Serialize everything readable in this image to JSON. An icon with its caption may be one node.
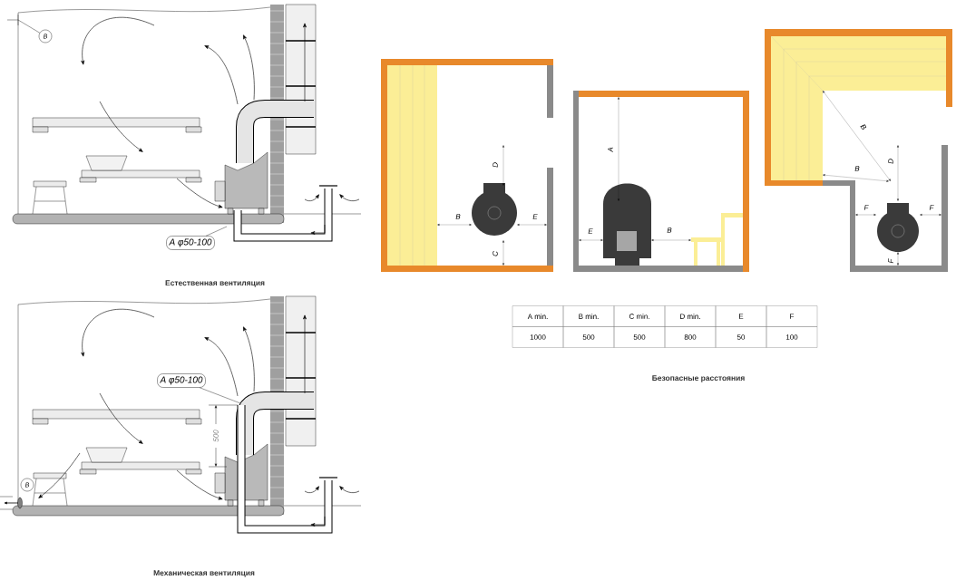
{
  "diagram": {
    "nodes": [
      {
        "text": [
          "A φ50-100"
        ]
      },
      {
        "text": [
          "B"
        ]
      },
      {
        "text": [
          "A φ50-100"
        ]
      },
      {
        "text": [
          "B"
        ]
      }
    ],
    "edges": [
      {
        "from": 0,
        "to": null,
        "arrow": "none"
      },
      {
        "from": 1,
        "to": null,
        "arrow": "none"
      },
      {
        "from": 2,
        "to": null,
        "arrow": "none"
      }
    ],
    "labels": [
      "Естественная вентиляция",
      "500",
      "Механическая вентиляция",
      "D",
      "B",
      "E",
      "C",
      "A",
      "E",
      "B",
      "B",
      "B",
      "D",
      "F",
      "F",
      "F",
      "A min.",
      "B min.",
      "C min.",
      "D min.",
      "E",
      "F",
      "1000",
      "500",
      "500",
      "800",
      "50",
      "100",
      "Безопасные расстояния"
    ]
  }
}
